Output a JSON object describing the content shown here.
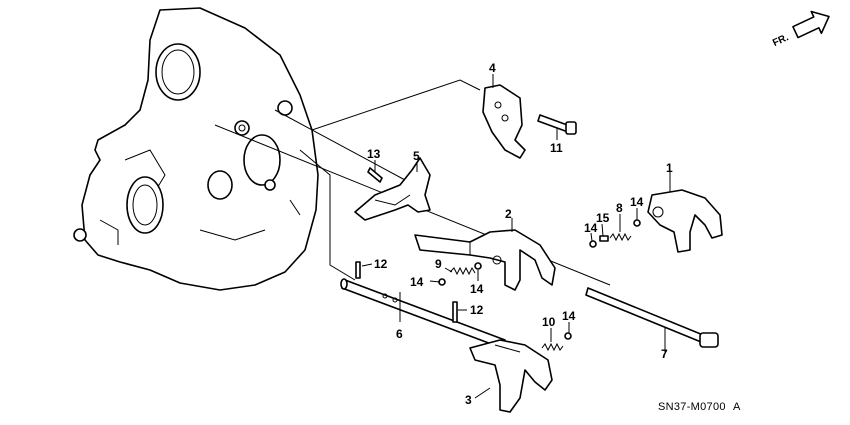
{
  "diagram": {
    "orientation_label": "FR.",
    "drawing_code": "SN37-M0700",
    "drawing_suffix": "A",
    "callouts": [
      "1",
      "2",
      "3",
      "4",
      "5",
      "6",
      "7",
      "8",
      "9",
      "10",
      "11",
      "12",
      "12",
      "13",
      "14",
      "14",
      "14",
      "14",
      "15"
    ]
  },
  "colors": {
    "line": "#000000",
    "background": "#ffffff"
  }
}
